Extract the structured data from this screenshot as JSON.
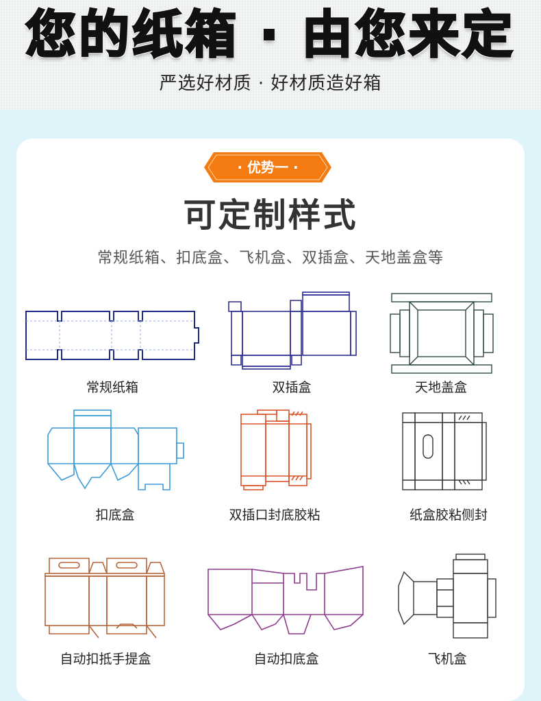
{
  "header": {
    "title": "您的纸箱 · 由您来定",
    "subtitle": "严选好材质 · 好材质造好箱"
  },
  "badge": {
    "text": "· 优势一 ·",
    "color": "#f47a12"
  },
  "section": {
    "title": "可定制样式",
    "description": "常规纸箱、扣底盒、飞机盒、双插盒、天地盖盒等"
  },
  "box_types": [
    {
      "label": "常规纸箱",
      "icon": "regular-carton-dieline",
      "color": "#1c2a86"
    },
    {
      "label": "双插盒",
      "icon": "double-tuck-box-dieline",
      "color": "#2b2c8f"
    },
    {
      "label": "天地盖盒",
      "icon": "lid-base-box-dieline",
      "color": "#2e4a3a"
    },
    {
      "label": "扣底盒",
      "icon": "lock-bottom-box-dieline",
      "color": "#3a9ad9"
    },
    {
      "label": "双插口封底胶粘",
      "icon": "tuck-glue-bottom-dieline",
      "color": "#d9532b"
    },
    {
      "label": "纸盒胶粘侧封",
      "icon": "side-glue-box-dieline",
      "color": "#333333"
    },
    {
      "label": "自动扣抵手提盒",
      "icon": "handle-box-dieline",
      "color": "#b5633a"
    },
    {
      "label": "自动扣底盒",
      "icon": "auto-lock-bottom-dieline",
      "color": "#8e3a8e"
    },
    {
      "label": "飞机盒",
      "icon": "mailer-box-dieline",
      "color": "#333333"
    }
  ]
}
